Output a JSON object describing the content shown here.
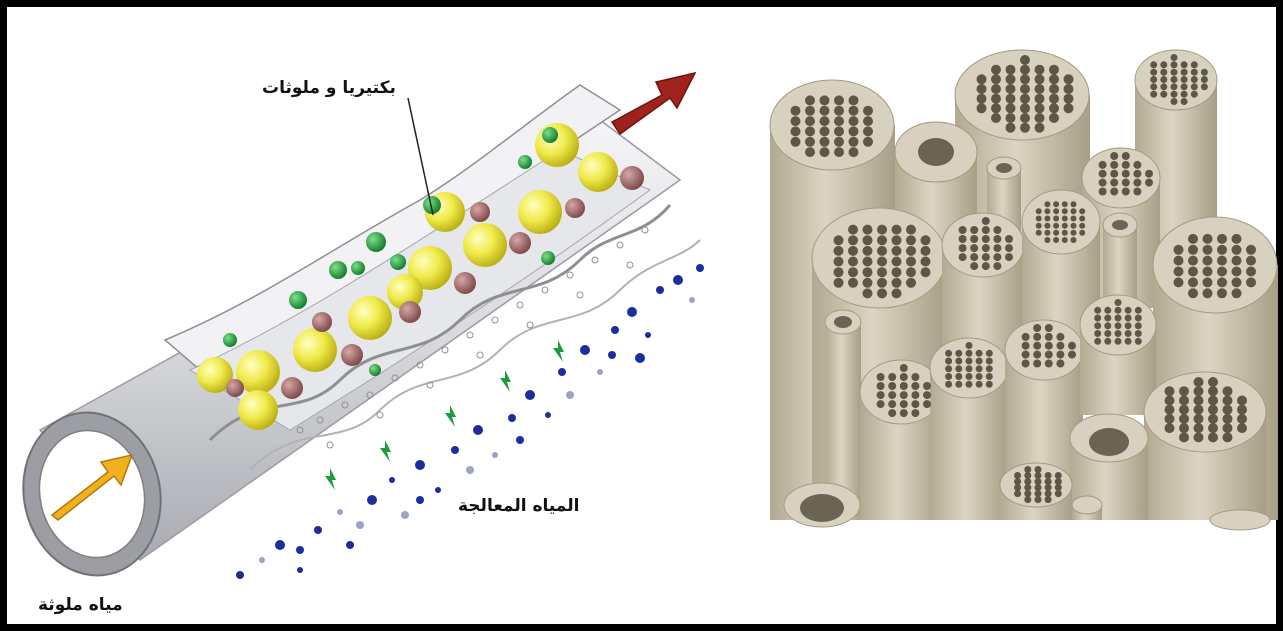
{
  "labels": {
    "bacteria_pollutants": "بكتيريا و ملوثات",
    "treated_water": "المياه المعالجة",
    "polluted_water": "مياه ملوثة"
  },
  "colors": {
    "frame": "#000000",
    "membrane_tube": "#d9dadd",
    "yellow_particle": "#e8e23a",
    "green_particle": "#1f9a3c",
    "mauve_particle": "#9a6b6b",
    "blue_droplet": "#1b2e9c",
    "inflow_arrow": "#f2b01e",
    "outflow_arrow": "#a0221c",
    "ceramic_tube": "#cfc6b3"
  }
}
